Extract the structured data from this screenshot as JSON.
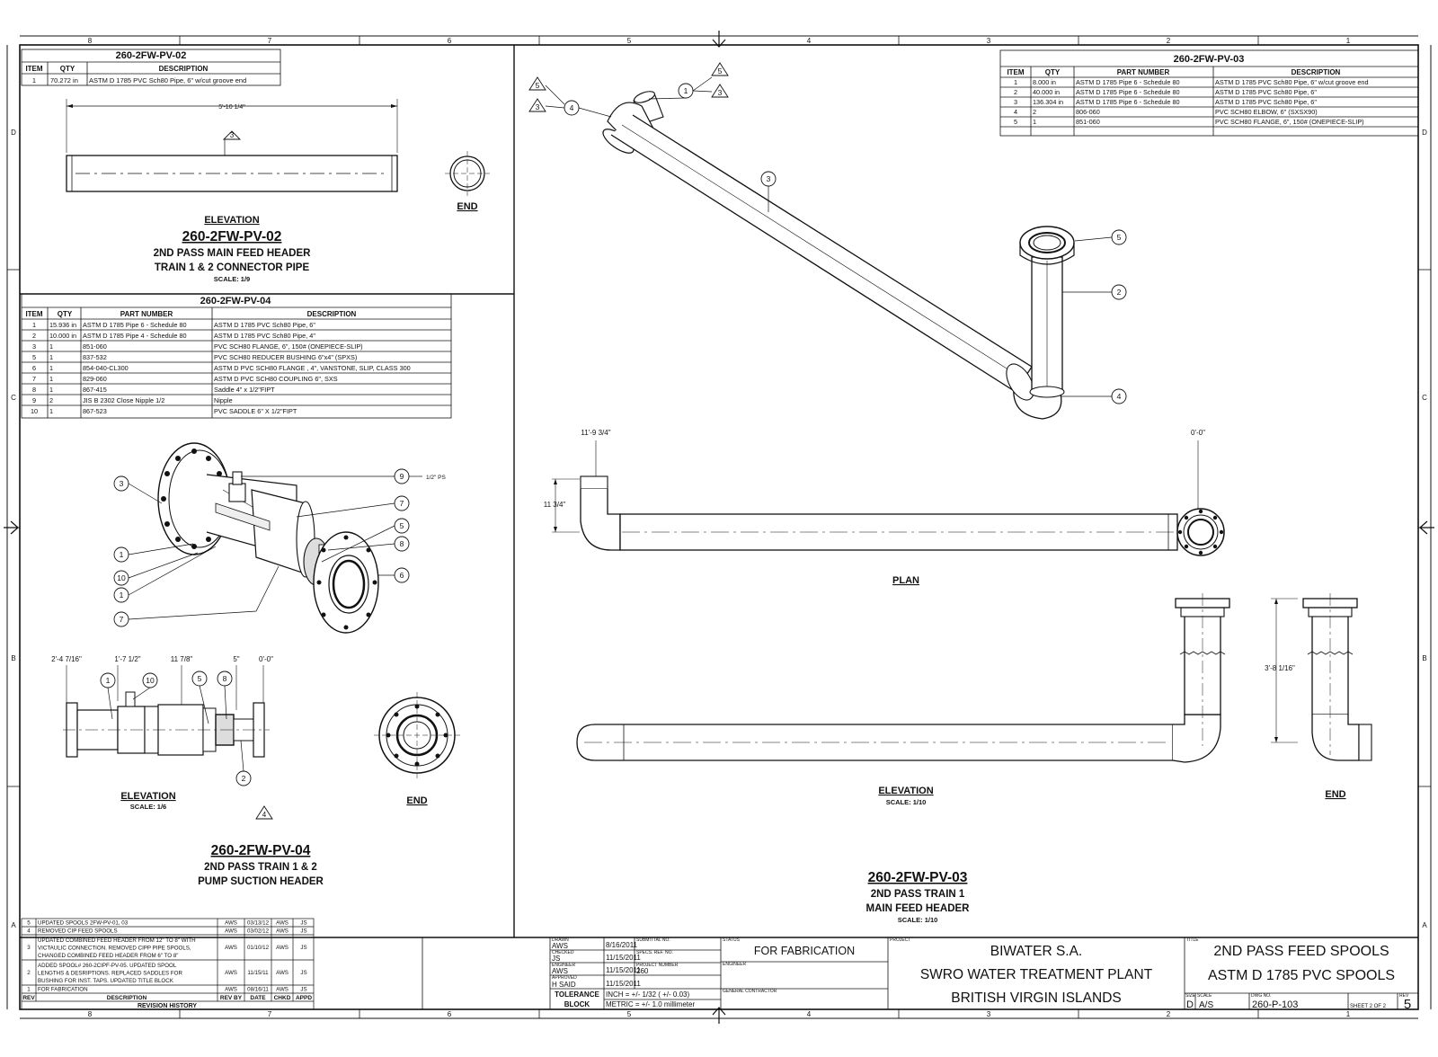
{
  "border": {
    "cols_top": [
      "8",
      "7",
      "6",
      "5",
      "4",
      "3",
      "2",
      "1"
    ],
    "cols_bottom": [
      "8",
      "7",
      "6",
      "5",
      "4",
      "3",
      "2",
      "1"
    ],
    "rows": [
      "D",
      "C",
      "B",
      "A"
    ]
  },
  "pv02": {
    "table": {
      "title": "260-2FW-PV-02",
      "headers": [
        "ITEM",
        "QTY",
        "DESCRIPTION"
      ],
      "rows": [
        [
          "1",
          "70.272 in",
          "ASTM D 1785 PVC Sch80 Pipe, 6\" w/cut groove end"
        ]
      ]
    },
    "dim_length": "5'-10 1/4\"",
    "end_label": "END",
    "view_label": "ELEVATION",
    "title": "260-2FW-PV-02",
    "subtitle1": "2ND PASS MAIN FEED HEADER",
    "subtitle2": "TRAIN 1 & 2 CONNECTOR PIPE",
    "scale": "SCALE: 1/9"
  },
  "pv04": {
    "table": {
      "title": "260-2FW-PV-04",
      "headers": [
        "ITEM",
        "QTY",
        "PART NUMBER",
        "DESCRIPTION"
      ],
      "rows": [
        [
          "1",
          "15.936 in",
          "ASTM D 1785 Pipe 6 - Schedule 80",
          "ASTM D 1785 PVC Sch80 Pipe, 6\""
        ],
        [
          "2",
          "10.000 in",
          "ASTM D 1785 Pipe 4 - Schedule 80",
          "ASTM D 1785 PVC Sch80 Pipe, 4\""
        ],
        [
          "3",
          "1",
          "851-060",
          "PVC SCH80 FLANGE, 6\", 150# (ONEPIECE-SLIP)"
        ],
        [
          "5",
          "1",
          "837-532",
          "PVC SCH80 REDUCER BUSHING 6\"x4\" (SPXS)"
        ],
        [
          "6",
          "1",
          "854-040-CL300",
          "ASTM D PVC SCH80 FLANGE , 4\", VANSTONE, SLIP, CLASS 300"
        ],
        [
          "7",
          "1",
          "829-060",
          "ASTM D PVC SCH80 COUPLING 6\", SXS"
        ],
        [
          "8",
          "1",
          "867-415",
          "Saddle 4\" x 1/2\"FIPT"
        ],
        [
          "9",
          "2",
          "JIS B 2302 Close Nipple 1/2",
          "Nipple"
        ],
        [
          "10",
          "1",
          "867-523",
          "PVC SADDLE 6\" X 1/2\"FIPT"
        ]
      ]
    },
    "iso_callouts": [
      "3",
      "1",
      "10",
      "1",
      "7",
      "9",
      "7",
      "5",
      "8",
      "6"
    ],
    "iso_note": "1/2\" PS",
    "dims": [
      "2'-4 7/16\"",
      "1'-7 1/2\"",
      "11 7/8\"",
      "5\"",
      "0'-0\""
    ],
    "elev_callouts": [
      "1",
      "10",
      "5",
      "8",
      "2"
    ],
    "rev_tri": "4",
    "view_label": "ELEVATION",
    "scale_small": "SCALE: 1/6",
    "end_label": "END",
    "title": "260-2FW-PV-04",
    "subtitle1": "2ND PASS TRAIN 1 & 2",
    "subtitle2": "PUMP SUCTION HEADER"
  },
  "pv03": {
    "table": {
      "title": "260-2FW-PV-03",
      "headers": [
        "ITEM",
        "QTY",
        "PART NUMBER",
        "DESCRIPTION"
      ],
      "rows": [
        [
          "1",
          "8.000 in",
          "ASTM D 1785 Pipe 6 - Schedule 80",
          "ASTM D 1785 PVC Sch80 Pipe, 6\" w/cut groove end"
        ],
        [
          "2",
          "40.000 in",
          "ASTM D 1785 Pipe 6 - Schedule 80",
          "ASTM D 1785 PVC Sch80 Pipe, 6\""
        ],
        [
          "3",
          "136.304 in",
          "ASTM D 1785 Pipe 6 - Schedule 80",
          "ASTM D 1785 PVC Sch80 Pipe, 6\""
        ],
        [
          "4",
          "2",
          "806-060",
          "PVC SCH80 ELBOW, 6\" (SXSX90)"
        ],
        [
          "5",
          "1",
          "851-060",
          "PVC SCH80 FLANGE, 6\", 150# (ONEPIECE-SLIP)"
        ]
      ]
    },
    "iso_tri1": "5",
    "iso_tri2": "3",
    "iso_tri3": "5",
    "iso_tri4": "3",
    "iso_callouts": [
      "4",
      "1",
      "3",
      "5",
      "2",
      "4"
    ],
    "plan_dims": [
      "11'-9 3/4\"",
      "11 3/4\"",
      "0'-0\""
    ],
    "plan_label": "PLAN",
    "end_dim": "3'-8 1/16\"",
    "view_label": "ELEVATION",
    "scale_small": "SCALE: 1/10",
    "end_label": "END",
    "title": "260-2FW-PV-03",
    "subtitle1": "2ND PASS TRAIN 1",
    "subtitle2": "MAIN FEED HEADER",
    "scale": "SCALE: 1/10"
  },
  "revisions": {
    "rows": [
      {
        "rev": "5",
        "desc": [
          "UPDATED SPOOLS 2FW-PV-01, 03"
        ],
        "by": "AWS",
        "date": "03/13/12",
        "chk": "AWS",
        "appd": "JS"
      },
      {
        "rev": "4",
        "desc": [
          "REMOVED CIP FEED SPOOLS"
        ],
        "by": "AWS",
        "date": "03/02/12",
        "chk": "AWS",
        "appd": "JS"
      },
      {
        "rev": "3",
        "desc": [
          "UPDATED COMBINED FEED HEADER FROM 12\" TO 8\" WITH",
          "VICTAULIC CONNECTION. REMOVED CIPP PIPE SPOOLS,",
          "CHANGED COMBINED FEED HEADER FROM 6\" TO 8\""
        ],
        "by": "AWS",
        "date": "01/10/12",
        "chk": "AWS",
        "appd": "JS"
      },
      {
        "rev": "2",
        "desc": [
          "ADDED SPOOL# 260-2CIPF-PV-05. UPDATED SPOOL",
          "LENGTHS & DESRIPTIONS. REPLACED SADDLES FOR",
          "BUSHING FOR INST. TAPS. UPDATED TITLE BLOCK"
        ],
        "by": "AWS",
        "date": "11/15/11",
        "chk": "AWS",
        "appd": "JS"
      },
      {
        "rev": "1",
        "desc": [
          "FOR FABRICATION"
        ],
        "by": "AWS",
        "date": "08/16/11",
        "chk": "AWS",
        "appd": "JS"
      }
    ],
    "headers": [
      "REV",
      "DESCRIPTION",
      "REV BY",
      "DATE",
      "CHKD",
      "APPD"
    ],
    "footer": "REVISION HISTORY"
  },
  "titleblock": {
    "drawn_lbl": "DRAWN",
    "drawn": "AWS",
    "drawn_date": "8/16/2011",
    "checked_lbl": "CHECKED",
    "checked": "JS",
    "checked_date": "11/15/2011",
    "engineer_lbl": "ENGINEER",
    "engineer": "AWS",
    "engineer_date": "11/15/2011",
    "approved_lbl": "APPROVED",
    "approved": "H SAID",
    "approved_date": "11/15/2011",
    "submittal_lbl": "SUBMITTAL NO.",
    "specs_lbl": "SPECS. REF. NO.",
    "project_no_lbl": "PROJECT NUMBER",
    "project_no": "260",
    "status_lbl": "STATUS",
    "status": "FOR FABRICATION",
    "eng_lbl": "ENGINEER",
    "gc_lbl": "GENERAL CONTRACTOR",
    "tolerance_lbl1": "TOLERANCE",
    "tolerance_lbl2": "BLOCK",
    "tol_inch": "INCH = +/- 1/32 ( +/- 0.03)",
    "tol_metric": "METRIC = +/- 1.0 millimeter",
    "project_lbl": "PROJECT",
    "project1": "BIWATER S.A.",
    "project2": "SWRO WATER TREATMENT PLANT",
    "project3": "BRITISH VIRGIN ISLANDS",
    "title_lbl": "TITLE",
    "title1": "2ND PASS FEED SPOOLS",
    "title2": "ASTM D 1785 PVC SPOOLS",
    "size_lbl": "SIZE",
    "size": "D",
    "scale_lbl": "SCALE",
    "scale": "A/S",
    "dwg_lbl": "DWG NO.",
    "dwg": "260-P-103",
    "sheet": "SHEET 2  OF 2",
    "rev_lbl": "REV",
    "rev": "5"
  }
}
